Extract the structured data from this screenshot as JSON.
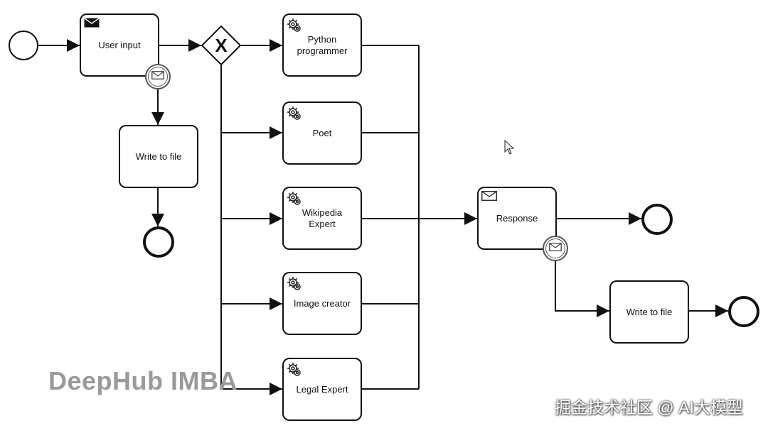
{
  "diagram": {
    "gateway_symbol": "X",
    "tasks": {
      "user_input": {
        "label": "User input",
        "icon": "envelope-filled-icon"
      },
      "write_file_left": {
        "label": "Write to file"
      },
      "python": {
        "label": "Python\nprogrammer",
        "icon": "gear-icon"
      },
      "poet": {
        "label": "Poet",
        "icon": "gear-icon"
      },
      "wikipedia": {
        "label": "Wikipedia\nExpert",
        "icon": "gear-icon"
      },
      "image_creator": {
        "label": "Image creator",
        "icon": "gear-icon"
      },
      "legal": {
        "label": "Legal Expert",
        "icon": "gear-icon"
      },
      "response": {
        "label": "Response",
        "icon": "envelope-outline-icon"
      },
      "write_file_right": {
        "label": "Write to file"
      }
    },
    "events": [
      "start-event",
      "end-event",
      "end-event",
      "end-event"
    ],
    "boundary_events": [
      "message-boundary-event",
      "message-boundary-event"
    ]
  },
  "watermarks": {
    "left": "DeepHub IMBA",
    "right": "掘金技术社区 @ AI大模型"
  }
}
